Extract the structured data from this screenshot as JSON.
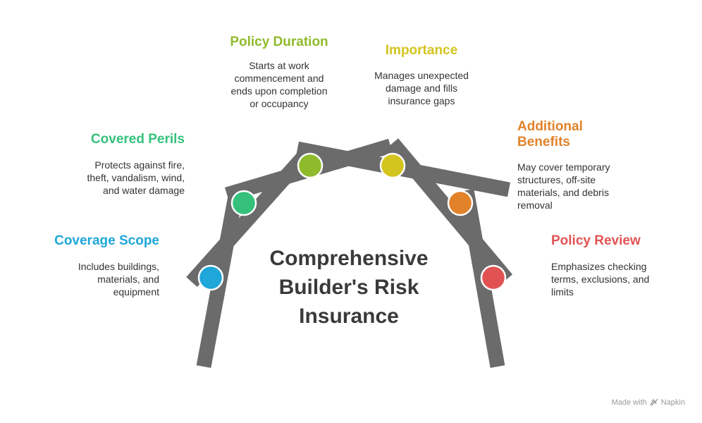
{
  "title_lines": [
    "Comprehensive",
    "Builder's Risk",
    "Insurance"
  ],
  "items": [
    {
      "heading": "Coverage Scope",
      "color": "#1ea7d8",
      "desc": [
        "Includes buildings,",
        "materials, and",
        "equipment"
      ]
    },
    {
      "heading": "Covered Perils",
      "color": "#35c17c",
      "desc": [
        "Protects against fire,",
        "theft, vandalism, wind,",
        "and water damage"
      ]
    },
    {
      "heading": "Policy Duration",
      "color": "#8fba2c",
      "desc": [
        "Starts at work",
        "commencement and",
        "ends upon completion",
        "or occupancy"
      ]
    },
    {
      "heading": "Importance",
      "color": "#d4c41e",
      "desc": [
        "Manages unexpected",
        "damage and fills",
        "insurance gaps"
      ]
    },
    {
      "heading": "Additional Benefits",
      "heading_lines": [
        "Additional",
        "Benefits"
      ],
      "color": "#e2822a",
      "desc": [
        "May cover temporary",
        "structures, off-site",
        "materials, and debris",
        "removal"
      ]
    },
    {
      "heading": "Policy Review",
      "color": "#e15353",
      "desc": [
        "Emphasizes checking",
        "terms, exclusions, and",
        "limits"
      ]
    }
  ],
  "beam_color": "#6b6b6b",
  "footer": {
    "made_with": "Made with",
    "brand": "Napkin"
  }
}
